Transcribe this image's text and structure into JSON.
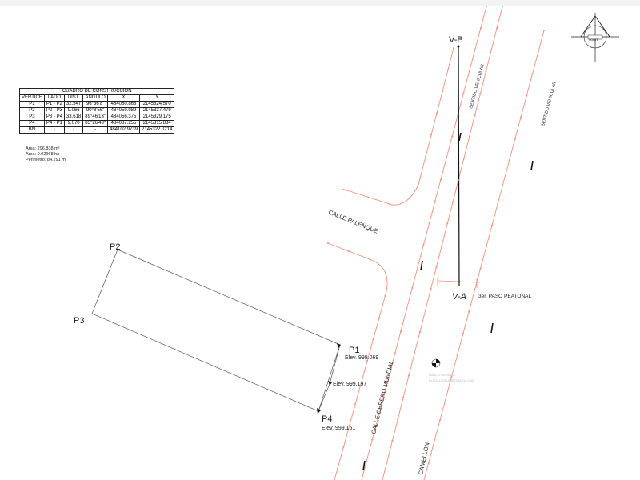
{
  "table": {
    "title": "CUADRO DE CONSTRUCCION",
    "headers": [
      "VERTICE",
      "LADO",
      "DIST.",
      "ANGULO",
      "X",
      "Y"
    ],
    "rows": [
      [
        "P1",
        "P1 - P2",
        "32.547",
        "96°36'8\"",
        "484080.868",
        "2145324.570"
      ],
      [
        "P2",
        "P2 - P3",
        "9.066",
        "90°8'56\"",
        "484059.989",
        "2145337.479"
      ],
      [
        "P3",
        "P3 - P4",
        "33.618",
        "89°46'13\"",
        "484056.375",
        "2145329.175"
      ],
      [
        "P4",
        "P4 - P1",
        "9.070",
        "83°26'43\"",
        "484087.255",
        "2145315.884"
      ],
      [
        "BN",
        "-",
        "-",
        "-",
        "484102.9739",
        "2145322.0214"
      ]
    ]
  },
  "area": {
    "m2": "Area: 296.838 m²",
    "ha": "Area: 0.02968 ha",
    "perimeter": "Perimetro: 84.291 ml"
  },
  "labels": {
    "p1": "P1",
    "p2": "P2",
    "p3": "P3",
    "p4": "P4",
    "elev_p1": "Elev. 999.069",
    "elev_mid": "Elev. 999.197",
    "elev_p4": "Elev. 999.151",
    "vb": "V-B",
    "va": "V-A",
    "paso": "3er. PASO PEATONAL",
    "calle_palenque": "CALLE PALENQUE.",
    "calle_obrero": "CALLE OBRERO MUNDIAL",
    "camellon": "CAMELLON",
    "sentido_1": "SENTIDO VEHICULAR",
    "sentido_2": "SENTIDO VEHICULAR",
    "banco": "BANCO DE NIVEL",
    "banco_elev": "ELEVACION ARBITRARIA 1000",
    "norte": "NORTE"
  },
  "colors": {
    "street": "#f28f7a",
    "line": "#333333",
    "text": "#1a1a1a",
    "faint": "#bbbbbb"
  }
}
